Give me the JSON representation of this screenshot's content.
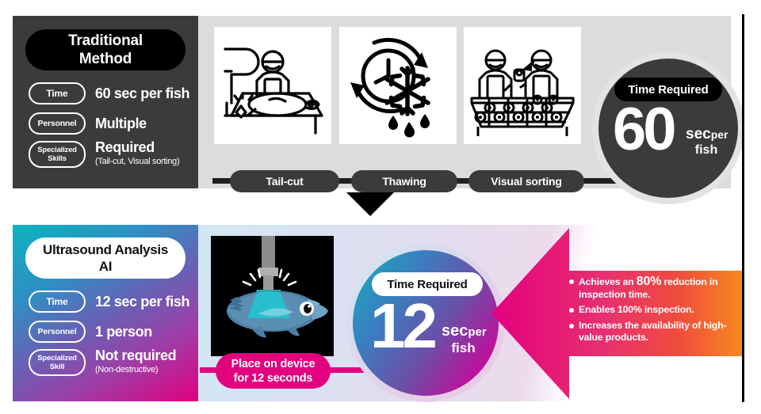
{
  "traditional": {
    "title": "Traditional\nMethod",
    "title_line1": "Traditional",
    "title_line2": "Method",
    "specs": [
      {
        "chip": "Time",
        "value": "60 sec per fish",
        "sub": ""
      },
      {
        "chip": "Personnel",
        "value": "Multiple",
        "sub": ""
      },
      {
        "chip": "Specialized\nSkills",
        "chip_line1": "Specialized",
        "chip_line2": "Skills",
        "value": "Required",
        "sub": "(Tail-cut, Visual sorting)"
      }
    ],
    "steps": [
      "Tail-cut",
      "Thawing",
      "Visual sorting"
    ],
    "illustrations": [
      {
        "name": "worker-cutting-fish-icon"
      },
      {
        "name": "clock-snowflake-thaw-icon"
      },
      {
        "name": "workers-visual-sorting-icon"
      }
    ],
    "result": {
      "badge": "Time Required",
      "number": "60",
      "unit_main": "sec",
      "unit_per": "per",
      "unit_fish": "fish"
    }
  },
  "ai": {
    "title_line1": "Ultrasound Analysis",
    "title_line2": "AI",
    "specs": [
      {
        "chip": "Time",
        "value": "12 sec per fish",
        "sub": ""
      },
      {
        "chip": "Personnel",
        "value": "1 person",
        "sub": ""
      },
      {
        "chip_line1": "Specialized",
        "chip_line2": "Skill",
        "value": "Not required",
        "sub": "(Non-destructive)"
      }
    ],
    "step_label_line1": "Place on device",
    "step_label_line2": "for 12 seconds",
    "device_illustration": {
      "name": "ultrasound-probe-on-tuna-icon"
    },
    "result": {
      "badge": "Time Required",
      "number": "12",
      "unit_main": "sec",
      "unit_per": "per",
      "unit_fish": "fish"
    },
    "benefits": [
      {
        "pre": "Achieves an ",
        "pct": "80%",
        "post": " reduction in inspection time."
      },
      {
        "pre": "Enables 100% inspection.",
        "pct": "",
        "post": ""
      },
      {
        "pre": "Increases the availability of high-value products.",
        "pct": "",
        "post": ""
      }
    ]
  },
  "colors": {
    "dark_panel": "#3b3b3b",
    "black": "#000000",
    "top_bg": "#dcdcdc",
    "magenta": "#e3007f",
    "teal": "#0cb3bd",
    "orange": "#f26a21",
    "white": "#ffffff"
  }
}
